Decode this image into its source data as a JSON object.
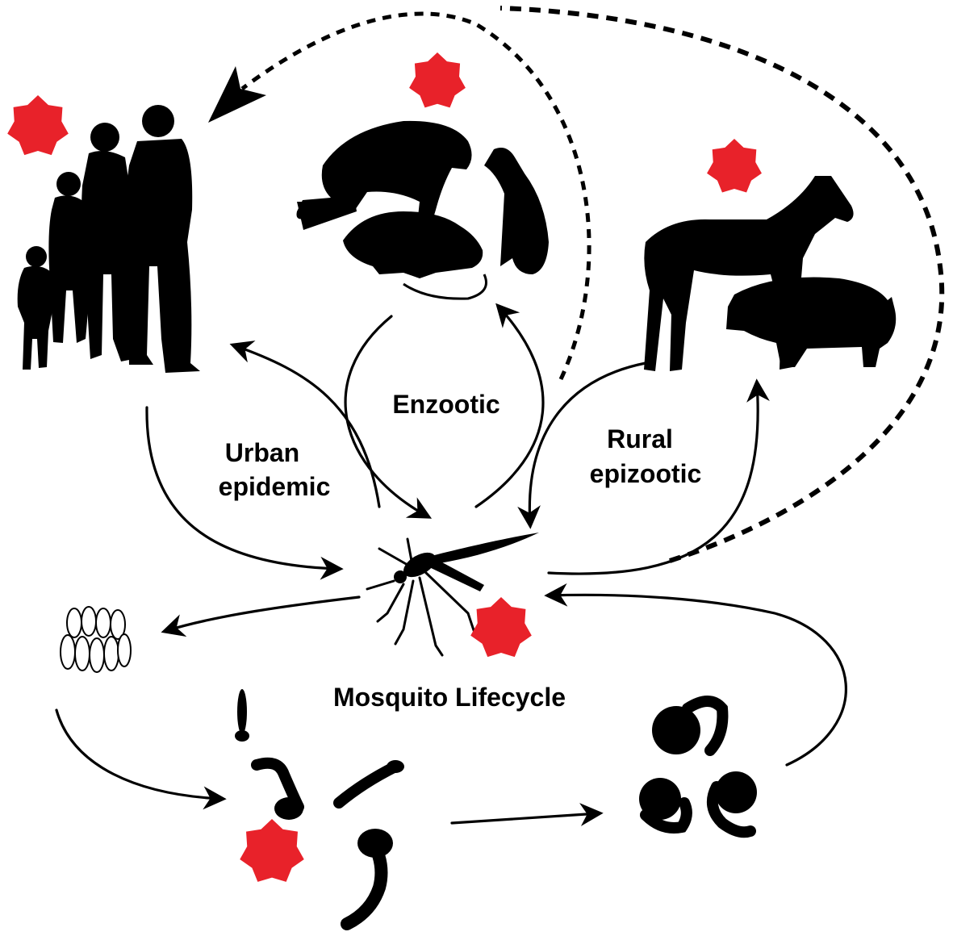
{
  "labels": {
    "urban_line1": "Urban",
    "urban_line2": "epidemic",
    "enzootic": "Enzootic",
    "rural_line1": "Rural",
    "rural_line2": "epizootic",
    "lifecycle": "Mosquito Lifecycle"
  },
  "icons": {
    "infection_marker": "red-seven-point-star",
    "human_family": "family-silhouette",
    "wild_animals": "chimpanzee-rat-penguin-silhouettes",
    "livestock": "horse-pig-silhouettes",
    "vector": "mosquito-silhouette",
    "eggs": "egg-raft",
    "larvae": "larvae-silhouettes",
    "pupae": "pupae-silhouettes"
  },
  "colors": {
    "infection_marker": "#e8222a",
    "silhouette": "#000000",
    "background": "#ffffff"
  }
}
